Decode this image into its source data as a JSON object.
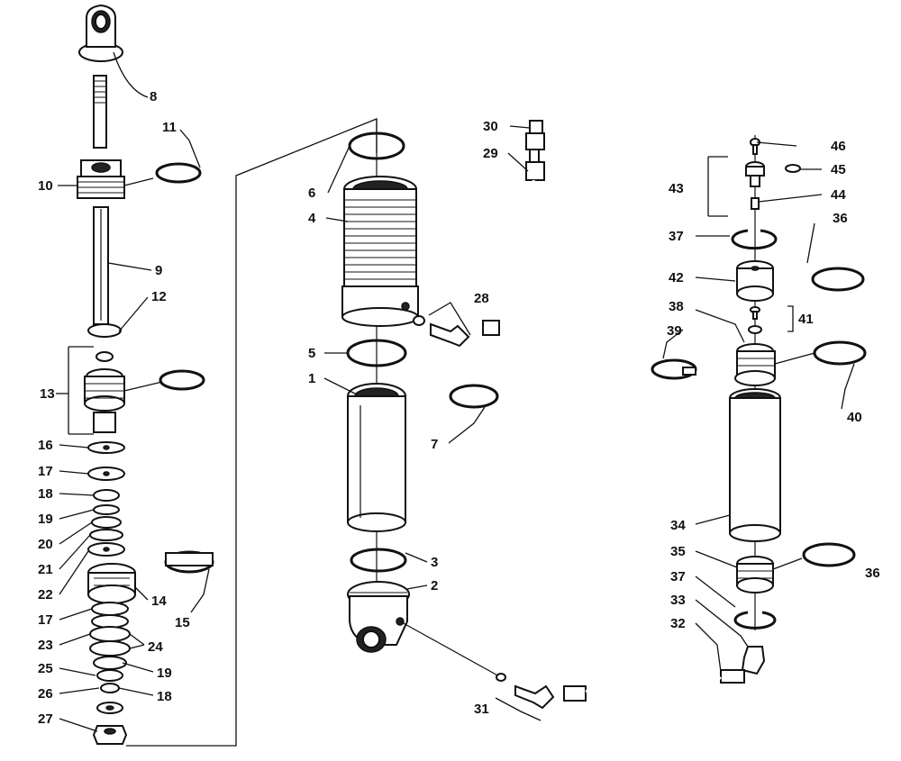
{
  "callouts": [
    {
      "id": "8",
      "label": "8"
    },
    {
      "id": "11",
      "label": "11"
    },
    {
      "id": "10",
      "label": "10"
    },
    {
      "id": "9",
      "label": "9"
    },
    {
      "id": "12",
      "label": "12"
    },
    {
      "id": "13",
      "label": "13"
    },
    {
      "id": "16",
      "label": "16"
    },
    {
      "id": "17a",
      "label": "17"
    },
    {
      "id": "18a",
      "label": "18"
    },
    {
      "id": "19a",
      "label": "19"
    },
    {
      "id": "20",
      "label": "20"
    },
    {
      "id": "21",
      "label": "21"
    },
    {
      "id": "22",
      "label": "22"
    },
    {
      "id": "14",
      "label": "14"
    },
    {
      "id": "15",
      "label": "15"
    },
    {
      "id": "17b",
      "label": "17"
    },
    {
      "id": "23",
      "label": "23"
    },
    {
      "id": "24",
      "label": "24"
    },
    {
      "id": "25",
      "label": "25"
    },
    {
      "id": "19b",
      "label": "19"
    },
    {
      "id": "26",
      "label": "26"
    },
    {
      "id": "18b",
      "label": "18"
    },
    {
      "id": "27",
      "label": "27"
    },
    {
      "id": "6",
      "label": "6"
    },
    {
      "id": "4",
      "label": "4"
    },
    {
      "id": "30",
      "label": "30"
    },
    {
      "id": "29",
      "label": "29"
    },
    {
      "id": "28",
      "label": "28"
    },
    {
      "id": "5",
      "label": "5"
    },
    {
      "id": "1",
      "label": "1"
    },
    {
      "id": "7",
      "label": "7"
    },
    {
      "id": "3",
      "label": "3"
    },
    {
      "id": "2",
      "label": "2"
    },
    {
      "id": "31",
      "label": "31"
    },
    {
      "id": "46",
      "label": "46"
    },
    {
      "id": "45",
      "label": "45"
    },
    {
      "id": "43",
      "label": "43"
    },
    {
      "id": "44",
      "label": "44"
    },
    {
      "id": "36a",
      "label": "36"
    },
    {
      "id": "37a",
      "label": "37"
    },
    {
      "id": "42",
      "label": "42"
    },
    {
      "id": "38",
      "label": "38"
    },
    {
      "id": "41",
      "label": "41"
    },
    {
      "id": "39",
      "label": "39"
    },
    {
      "id": "40",
      "label": "40"
    },
    {
      "id": "34",
      "label": "34"
    },
    {
      "id": "35",
      "label": "35"
    },
    {
      "id": "36b",
      "label": "36"
    },
    {
      "id": "37b",
      "label": "37"
    },
    {
      "id": "33",
      "label": "33"
    },
    {
      "id": "32",
      "label": "32"
    }
  ]
}
